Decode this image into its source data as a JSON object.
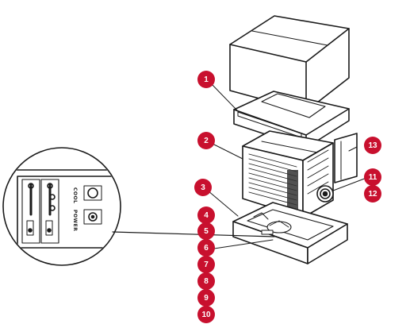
{
  "badge_color": "#c8102e",
  "callouts": [
    "1",
    "2",
    "3",
    "4",
    "5",
    "6",
    "7",
    "8",
    "9",
    "10",
    "11",
    "12",
    "13"
  ],
  "control_labels": {
    "cool": "COOL",
    "power": "POWER"
  }
}
